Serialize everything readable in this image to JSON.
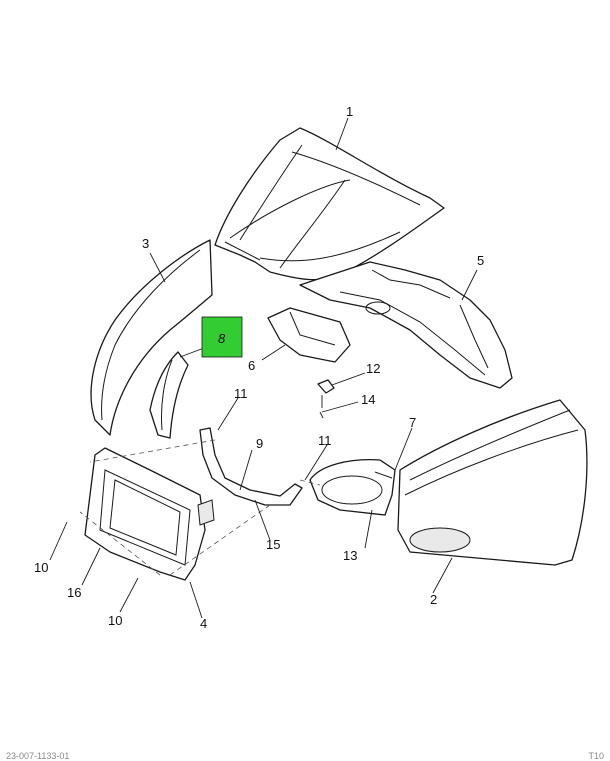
{
  "diagram": {
    "callouts": [
      {
        "id": "c1",
        "label": "1"
      },
      {
        "id": "c2",
        "label": "2"
      },
      {
        "id": "c3",
        "label": "3"
      },
      {
        "id": "c4",
        "label": "4"
      },
      {
        "id": "c5",
        "label": "5"
      },
      {
        "id": "c6",
        "label": "6"
      },
      {
        "id": "c7",
        "label": "7"
      },
      {
        "id": "c8",
        "label": "8"
      },
      {
        "id": "c9",
        "label": "9"
      },
      {
        "id": "c10a",
        "label": "10"
      },
      {
        "id": "c10b",
        "label": "10"
      },
      {
        "id": "c11a",
        "label": "11"
      },
      {
        "id": "c11b",
        "label": "11"
      },
      {
        "id": "c12",
        "label": "12"
      },
      {
        "id": "c13",
        "label": "13"
      },
      {
        "id": "c14",
        "label": "14"
      },
      {
        "id": "c15",
        "label": "15"
      },
      {
        "id": "c16",
        "label": "16"
      }
    ],
    "highlight": {
      "label": "8",
      "color": "#33cc33"
    }
  },
  "footer": {
    "left_code": "23-007-1133-01",
    "right_code": "T10"
  }
}
